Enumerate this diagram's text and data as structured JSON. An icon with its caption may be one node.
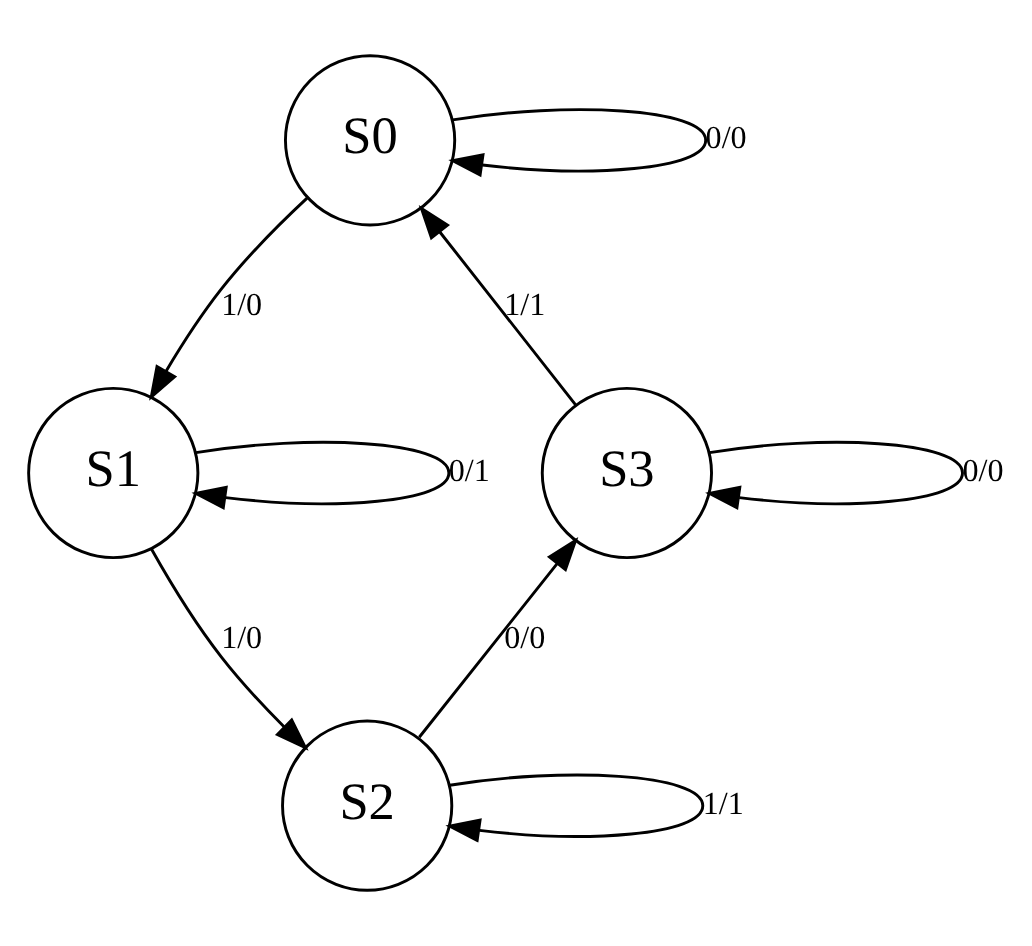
{
  "diagram": {
    "nodes": [
      {
        "text": [
          "S0"
        ]
      },
      {
        "text": [
          "S1"
        ]
      },
      {
        "text": [
          "S2"
        ]
      },
      {
        "text": [
          "S3"
        ]
      }
    ],
    "edges": [
      {
        "from": 0,
        "to": 0,
        "arrow": "to",
        "label": "0/0"
      },
      {
        "from": 0,
        "to": 1,
        "arrow": "to",
        "label": "1/0"
      },
      {
        "from": 1,
        "to": 1,
        "arrow": "to",
        "label": "0/1"
      },
      {
        "from": 1,
        "to": 2,
        "arrow": "to",
        "label": "1/0"
      },
      {
        "from": 2,
        "to": 2,
        "arrow": "to",
        "label": "1/1"
      },
      {
        "from": 2,
        "to": 3,
        "arrow": "to",
        "label": "0/0"
      },
      {
        "from": 3,
        "to": 3,
        "arrow": "to",
        "label": "0/0"
      },
      {
        "from": 3,
        "to": 0,
        "arrow": "to",
        "label": "1/1"
      }
    ]
  }
}
